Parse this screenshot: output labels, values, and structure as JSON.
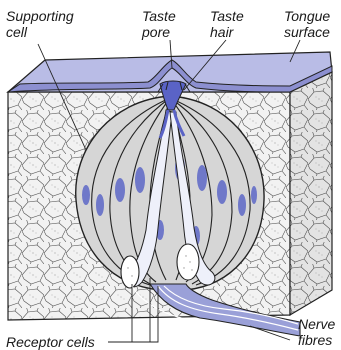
{
  "labels": {
    "supporting_cell": [
      "Supporting",
      "cell"
    ],
    "taste_pore": [
      "Taste",
      "pore"
    ],
    "taste_hair": [
      "Taste",
      "hair"
    ],
    "tongue_surface": [
      "Tongue",
      "surface"
    ],
    "receptor_cells": "Receptor cells",
    "nerve_fibres": [
      "Nerve",
      "fibres"
    ]
  },
  "colors": {
    "tongue_surface": "#8c8fd0",
    "taste_hair": "#5a63c6",
    "supporting_cell": "#cfcfcf",
    "receptor_cell": "#e8eaf6",
    "nucleus": "#6f78c9",
    "tissue": "#f2f2f2",
    "outline": "#222222"
  }
}
